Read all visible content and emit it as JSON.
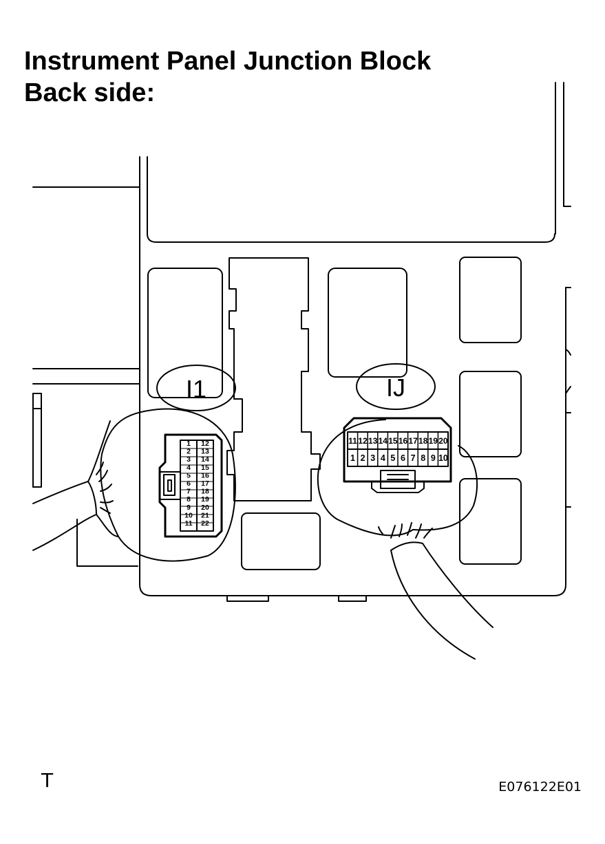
{
  "title_line1": "Instrument Panel Junction Block",
  "title_line2": "Back side:",
  "connector_left": {
    "label": "I1",
    "pins_left": [
      "1",
      "2",
      "3",
      "4",
      "5",
      "6",
      "7",
      "8",
      "9",
      "10",
      "11"
    ],
    "pins_right": [
      "12",
      "13",
      "14",
      "15",
      "16",
      "17",
      "18",
      "19",
      "20",
      "21",
      "22"
    ]
  },
  "connector_right": {
    "label": "IJ",
    "pins_top": [
      "11",
      "12",
      "13",
      "14",
      "15",
      "16",
      "17",
      "18",
      "19",
      "20"
    ],
    "pins_bottom": [
      "1",
      "2",
      "3",
      "4",
      "5",
      "6",
      "7",
      "8",
      "9",
      "10"
    ]
  },
  "corner_left": "T",
  "corner_right": "E076122E01"
}
